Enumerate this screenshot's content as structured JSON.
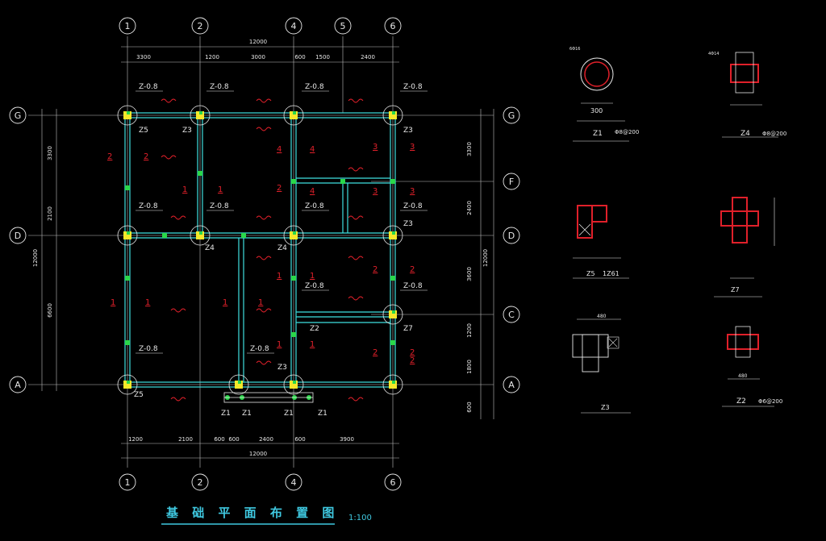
{
  "title": "基 础 平 面 布 置 图",
  "scale": "1:100",
  "axes_top": [
    "1",
    "2",
    "4",
    "5",
    "6"
  ],
  "axes_bottom": [
    "1",
    "2",
    "4",
    "6"
  ],
  "axes_left": [
    "G",
    "D",
    "A"
  ],
  "axes_right": [
    "G",
    "F",
    "D",
    "C",
    "A"
  ],
  "dims_top_total": "12000",
  "dims_top": [
    "3300",
    "1200",
    "3000",
    "600",
    "1500",
    "2400"
  ],
  "dims_bottom_total": "12000",
  "dims_bottom": [
    "1200",
    "2100",
    "600",
    "600",
    "2400",
    "600",
    "3900"
  ],
  "dims_left_total": "12000",
  "dims_left": [
    "3300",
    "2100",
    "6600"
  ],
  "dims_right_total": "12000",
  "dims_right": [
    "3300",
    "2400",
    "3600",
    "1200",
    "1800",
    "600"
  ],
  "beam_labels": [
    "Z-0.8",
    "Z-0.8",
    "Z-0.8",
    "Z-0.8",
    "Z-0.8",
    "Z-0.8",
    "Z-0.8",
    "Z-0.8",
    "Z-0.8",
    "Z-0.8",
    "Z-0.8",
    "Z-0.8"
  ],
  "col_labels": [
    "Z5",
    "Z3",
    "Z3",
    "Z4",
    "Z4",
    "Z3",
    "Z2",
    "Z7",
    "Z5",
    "Z3",
    "Z1",
    "Z1",
    "Z1",
    "Z1"
  ],
  "zone_numbers": [
    "2",
    "2",
    "1",
    "1",
    "1",
    "1",
    "1",
    "1",
    "4",
    "4",
    "3",
    "3",
    "4",
    "3",
    "3",
    "2",
    "2",
    "1",
    "1",
    "1",
    "1",
    "2",
    "2",
    "2",
    "2"
  ],
  "details": {
    "z1": {
      "label": "Z1",
      "note": "Φ8@200",
      "dim": "300",
      "rebar": "6Φ16"
    },
    "z4": {
      "label": "Z4",
      "note": "Φ8@200",
      "rebar": "4Φ14"
    },
    "z5": {
      "label": "Z5",
      "note": "1Z61"
    },
    "z7": {
      "label": "Z7"
    },
    "z3": {
      "label": "Z3",
      "dim": "480"
    },
    "z2": {
      "label": "Z2",
      "note": "Φ6@200",
      "dim": "480"
    }
  },
  "colors": {
    "wall": "#3fe0e0",
    "column": "#f5e82a",
    "grid": "#e8e8e8",
    "text_red": "#e0202a",
    "detail_red": "#e0202a",
    "pad": "#2ad84a"
  }
}
